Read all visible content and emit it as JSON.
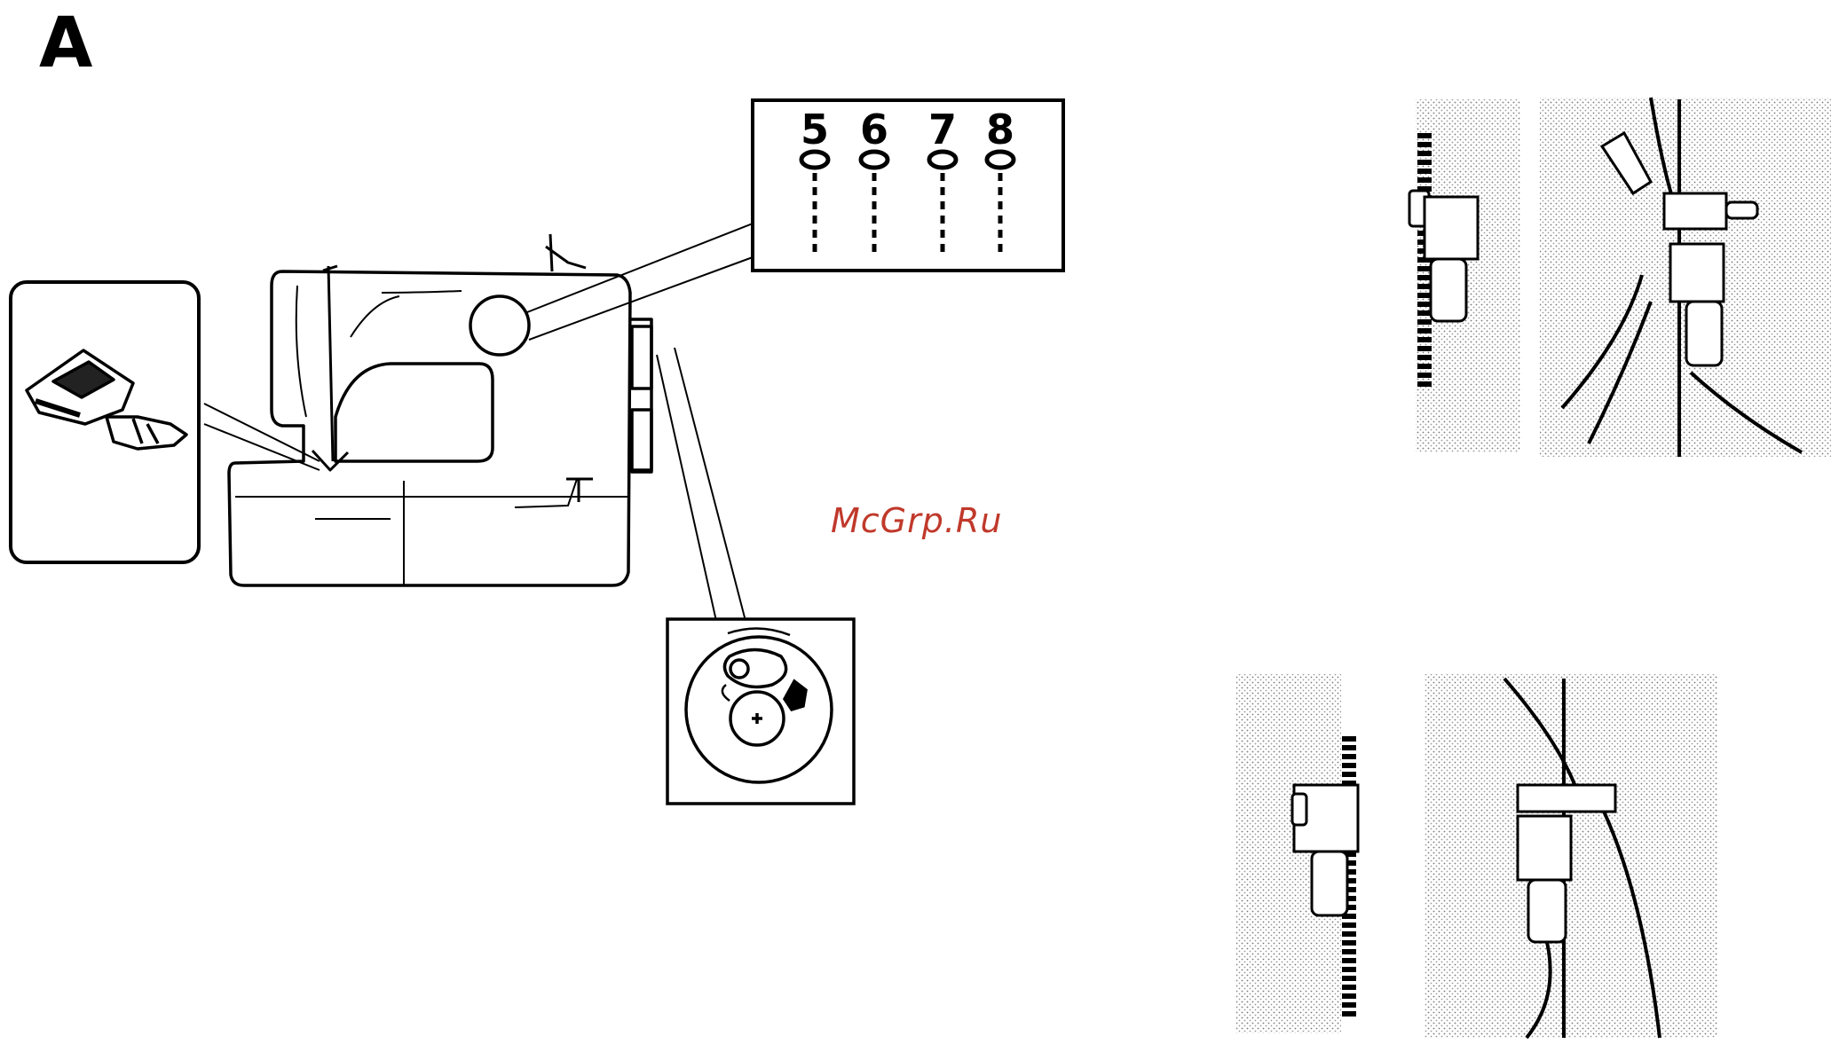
{
  "section_label": "A",
  "watermark": "McGrp.Ru",
  "stitch_positions": [
    "5",
    "6",
    "7",
    "8"
  ],
  "colors": {
    "line": "#000000",
    "watermark": "#c0392b",
    "hatch": "#9a9a9a"
  },
  "icons": [
    "sewing-machine-icon",
    "zipper-foot-icon",
    "stitch-selector-dial-icon",
    "zipper-sewing-step-icon"
  ]
}
